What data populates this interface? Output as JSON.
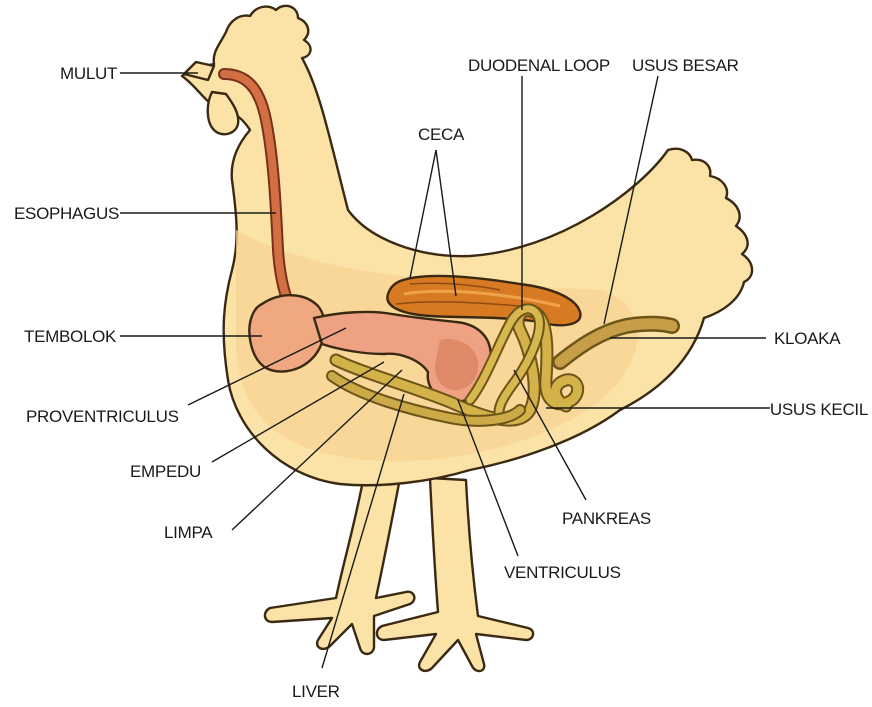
{
  "labels": {
    "mulut": "MULUT",
    "esophagus": "ESOPHAGUS",
    "tembolok": "TEMBOLOK",
    "proventriculus": "PROVENTRICULUS",
    "empedu": "EMPEDU",
    "limpa": "LIMPA",
    "liver": "LIVER",
    "ceca": "CECA",
    "duodenal_loop": "DUODENAL LOOP",
    "usus_besar": "USUS BESAR",
    "kloaka": "KLOAKA",
    "usus_kecil": "USUS KECIL",
    "pankreas": "PANKREAS",
    "ventriculus": "VENTRICULUS"
  },
  "colors": {
    "body_fill": "#fbe2a6",
    "inner_fill": "#f8d394",
    "outline": "#3a2a14",
    "esophagus": "#c8623e",
    "crop": "#f0a880",
    "gizzard": "#e89a78",
    "ceca": "#d77a22",
    "intestine": "#c8a444",
    "cloaca": "#c09a44"
  }
}
